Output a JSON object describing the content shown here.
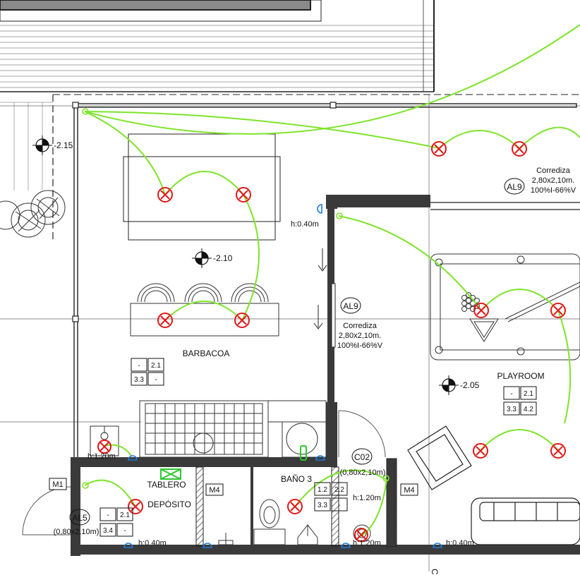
{
  "levels": {
    "upper_left": "-2.15",
    "barbacoa": "-2.10",
    "playroom": "-2.05"
  },
  "rooms": {
    "barbacoa": "BARBACOA",
    "playroom": "PLAYROOM",
    "deposito": "DEPÓSITO",
    "bano3": "BAÑO 3"
  },
  "labels": {
    "tablero": "TABLERO",
    "m1": "M1",
    "m4a": "M4",
    "m4b": "M4",
    "c": "C"
  },
  "doors": {
    "al9_top": {
      "code": "AL9",
      "line1": "Corrediza",
      "line2": "2,80x2,10m.",
      "line3": "100%I-66%V"
    },
    "al9_mid": {
      "code": "AL9",
      "line1": "Corrediza",
      "line2": "2,80x2,10m.",
      "line3": "100%I-66%V"
    },
    "al5": {
      "code": "AL5",
      "size": "(0,80x2,10m)"
    },
    "c02": {
      "code": "C02",
      "size": "(0,80x2,10m)"
    }
  },
  "heights": {
    "h_top": "h:0.40m",
    "h_barbacoa": "h:1.20m",
    "h_bano": "h:1.20m",
    "h_bottom_right": "h:0.40m",
    "h_deposito": "h:0.40m",
    "h_bano_bottom": "h:1.20m"
  },
  "circuit_boxes": {
    "barbacoa": [
      "-",
      "2.1",
      "3.3",
      "-"
    ],
    "playroom": [
      "-",
      "2.1",
      "3.3",
      "4.2"
    ],
    "deposito": [
      "-",
      "2.1",
      "3.4",
      "-"
    ],
    "bano": [
      "1.2",
      "2.2",
      "3.3",
      "-"
    ]
  },
  "colors": {
    "wire": "#7ee42a",
    "light": "#e01818",
    "outlet": "#1e7bd8",
    "wall": "#3a3a3a",
    "tablero": "#2ec82e"
  }
}
